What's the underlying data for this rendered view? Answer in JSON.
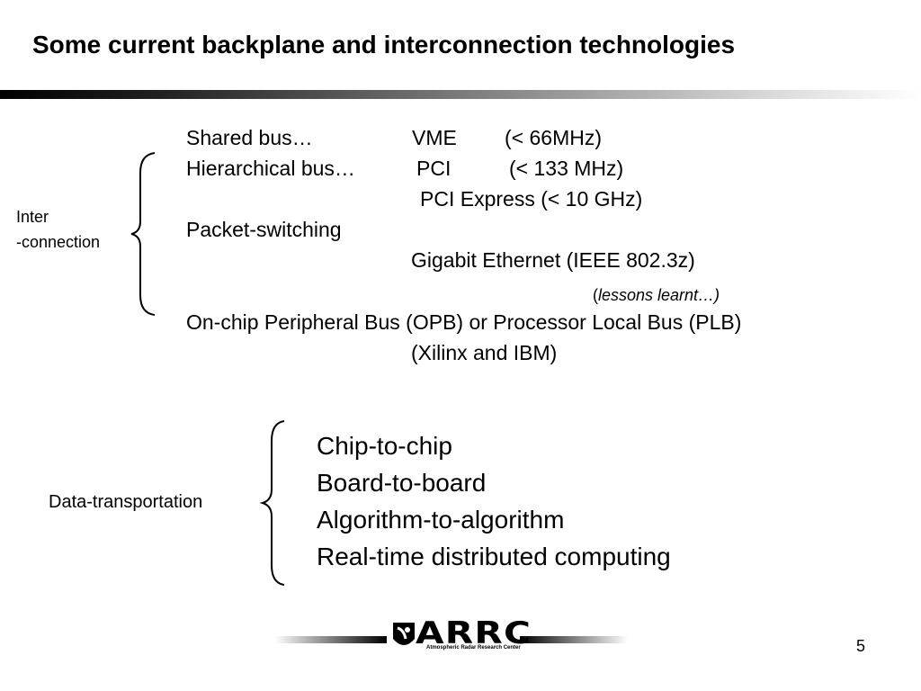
{
  "slide": {
    "title": "Some current backplane and interconnection technologies",
    "page_number": "5"
  },
  "interconnection": {
    "label_line1": "Inter",
    "label_line2": "-connection",
    "items": {
      "shared_bus": "Shared bus…",
      "shared_bus_tech": "VME",
      "shared_bus_speed": "(< 66MHz)",
      "hier_bus": "Hierarchical bus…",
      "hier_bus_tech": "PCI",
      "hier_bus_speed": "(< 133 MHz)",
      "pci_express": "PCI Express (< 10 GHz)",
      "packet_switching": "Packet-switching",
      "gigabit": "Gigabit Ethernet (IEEE 802.3z)",
      "lessons_open": "(",
      "lessons": "lessons learnt…)",
      "onchip": "On-chip Peripheral Bus (OPB) or Processor Local Bus (PLB)",
      "xilinx": "(Xilinx and IBM)"
    }
  },
  "data_transport": {
    "label": "Data-transportation",
    "items": [
      "Chip-to-chip",
      "Board-to-board",
      "Algorithm-to-algorithm",
      "Real-time distributed computing"
    ]
  },
  "logo": {
    "name": "ARRC",
    "subtitle": "Atmospheric Radar Research Center",
    "icon": "radar-emblem-icon"
  }
}
